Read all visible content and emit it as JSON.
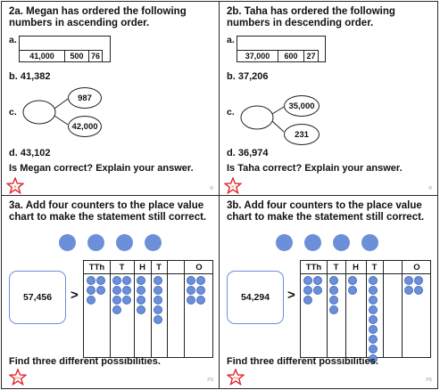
{
  "q2a": {
    "title": "2a. Megan has ordered the following numbers in ascending order.",
    "a_label": "a.",
    "a_cells": [
      "41,000",
      "500",
      "76"
    ],
    "b": "b. 41,382",
    "c_label": "c.",
    "c_top": "987",
    "c_bottom": "42,000",
    "d": "d. 43,102",
    "question": "Is Megan correct? Explain your answer.",
    "star_letter": "R",
    "page_mark": "R"
  },
  "q2b": {
    "title": "2b. Taha has ordered the following numbers in descending order.",
    "a_label": "a.",
    "a_cells": [
      "37,000",
      "600",
      "27"
    ],
    "b": "b. 37,206",
    "c_label": "c.",
    "c_top": "35,000",
    "c_bottom": "231",
    "d": "d. 36,974",
    "question": "Is Taha correct? Explain your answer.",
    "star_letter": "R",
    "page_mark": "R"
  },
  "q3a": {
    "title": "3a. Add four counters to the place value chart to make the statement still correct.",
    "number": "57,456",
    "symbol": ">",
    "headers": [
      "TTh",
      "T",
      "H",
      "T",
      "O"
    ],
    "counts": [
      5,
      7,
      4,
      5,
      6
    ],
    "free_counters": 4,
    "footer": "Find three different possibilities.",
    "star_letter": "PS",
    "page_mark": "PS"
  },
  "q3b": {
    "title": "3b. Add four counters to the place value chart to make the statement still correct.",
    "number": "54,294",
    "symbol": ">",
    "headers": [
      "TTh",
      "T",
      "H",
      "T",
      "O"
    ],
    "counts": [
      5,
      4,
      2,
      9,
      4
    ],
    "free_counters": 4,
    "footer": "Find three different possibilities.",
    "star_letter": "PS",
    "page_mark": "PS"
  },
  "colors": {
    "counter": "#6b8fd8",
    "star": "#e0262b",
    "ink": "#111111"
  }
}
